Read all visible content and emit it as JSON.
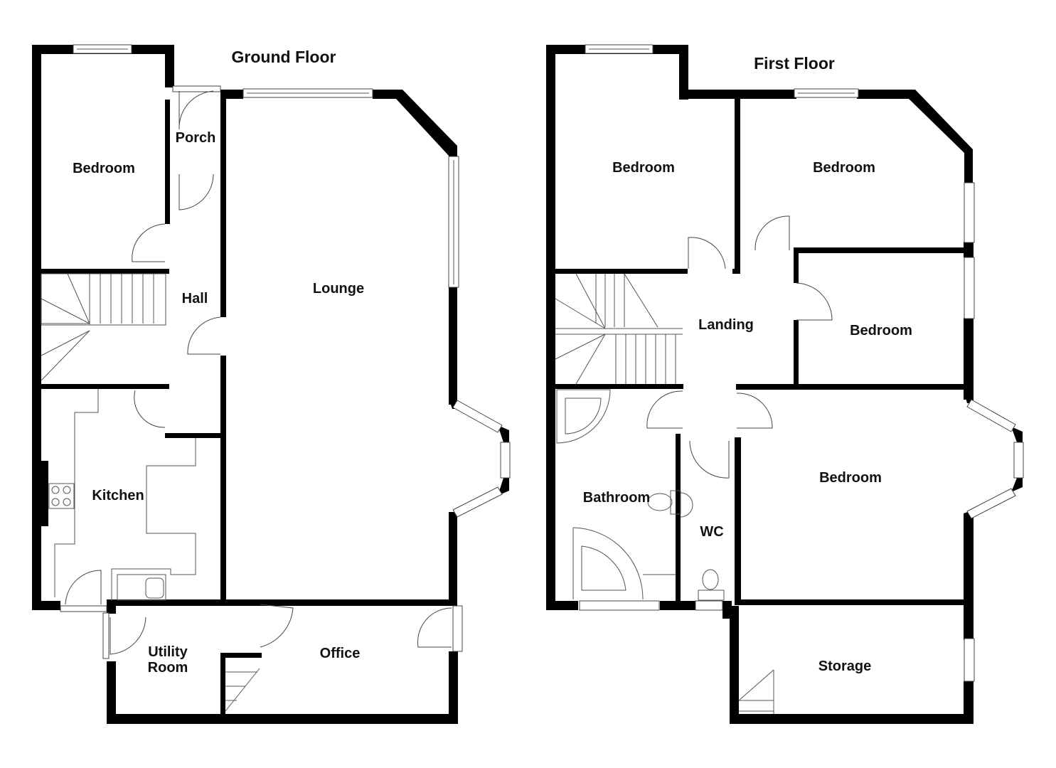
{
  "floors": [
    {
      "title": "Ground Floor",
      "rooms": [
        {
          "label": "Bedroom"
        },
        {
          "label": "Porch"
        },
        {
          "label": "Hall"
        },
        {
          "label": "Lounge"
        },
        {
          "label": "Kitchen"
        },
        {
          "label": "Utility Room"
        },
        {
          "label": "Office"
        }
      ]
    },
    {
      "title": "First Floor",
      "rooms": [
        {
          "label": "Bedroom"
        },
        {
          "label": "Bedroom"
        },
        {
          "label": "Landing"
        },
        {
          "label": "Bedroom"
        },
        {
          "label": "Bathroom"
        },
        {
          "label": "WC"
        },
        {
          "label": "Bedroom"
        },
        {
          "label": "Storage"
        }
      ]
    }
  ],
  "colors": {
    "wall": "#000000",
    "background": "#ffffff",
    "fixture_line": "#555555"
  }
}
